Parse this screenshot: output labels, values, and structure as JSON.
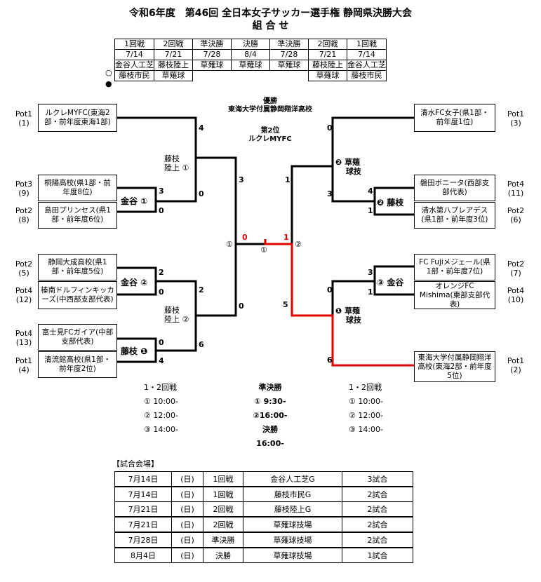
{
  "title_line1": "令和6年度　第46回 全日本女子サッカー選手権 静岡県決勝大会",
  "title_line2": "組 合 せ",
  "schedule": {
    "rounds": [
      "1回戦",
      "2回戦",
      "準決勝",
      "決勝",
      "準決勝",
      "2回戦",
      "1回戦"
    ],
    "dates": [
      "7/14",
      "7/21",
      "7/28",
      "8/4",
      "7/28",
      "7/21",
      "7/14"
    ],
    "row_white": {
      "marker": "○",
      "cells": [
        "金谷人工芝",
        "藤枝陸上",
        "草薙球",
        "草薙球",
        "草薙球",
        "藤枝陸上",
        "金谷人工芝"
      ]
    },
    "row_black": {
      "marker": "●",
      "cells": [
        "藤枝市民",
        "草薙球",
        "",
        "",
        "",
        "草薙球",
        "藤枝市民"
      ]
    }
  },
  "center": {
    "winner_label": "優勝",
    "winner_name": "東海大学付属静岡翔洋高校",
    "second_label": "第2位",
    "second_name": "ルクレMYFC"
  },
  "left_teams": [
    {
      "pot": "Pot1",
      "seed": "(1)",
      "name": "ルクレMYFC(東海2部・前年度東海1部)"
    },
    {
      "pot": "Pot3",
      "seed": "(9)",
      "name": "桐陽高校(県1部・前年度8位)"
    },
    {
      "pot": "Pot2",
      "seed": "(8)",
      "name": "島田プリンセス(県1部・前年度6位)"
    },
    {
      "pot": "Pot2",
      "seed": "(5)",
      "name": "静岡大成高校(県1部・前年度5位)"
    },
    {
      "pot": "Pot4",
      "seed": "(12)",
      "name": "榛南ドルフィンキッカーズ(中西部支部代表)"
    },
    {
      "pot": "Pot4",
      "seed": "(13)",
      "name": "富士見FCガイア(中部支部代表)"
    },
    {
      "pot": "Pot1",
      "seed": "(4)",
      "name": "清流館高校(県1部・前年度2位)"
    }
  ],
  "right_teams": [
    {
      "pot": "Pot1",
      "seed": "(3)",
      "name": "清水FC女子(県1部・前年度1位)"
    },
    {
      "pot": "Pot4",
      "seed": "(11)",
      "name": "磐田ボニータ(西部支部代表)"
    },
    {
      "pot": "Pot2",
      "seed": "(6)",
      "name": "清水第八プレアデス(県1部・前年度3位)"
    },
    {
      "pot": "Pot2",
      "seed": "(7)",
      "name": "FC Fujiメジェール(県1部・前年度7位)"
    },
    {
      "pot": "Pot4",
      "seed": "(10)",
      "name": "オレンジFC　Mishima(東部支部代表)"
    },
    {
      "pot": "Pot1",
      "seed": "(2)",
      "name": "東海大学付属静岡翔洋高校(東海2部・前年度5位)"
    }
  ],
  "venue_labels": {
    "kanaya1": "金谷 ①",
    "kanaya2": "金谷 ②",
    "fujieda1": "藤枝 ❶",
    "kanaya3": "③ 金谷",
    "fujieda2": "❷ 藤枝",
    "fujieda_rikujo1": "藤枝\n陸上 ①",
    "fujieda_rikujo2": "藤枝\n陸上 ②",
    "kusanagi2": "❷ 草薙\n　 球技",
    "kusanagi1": "❶ 草薙\n　 球技",
    "sf_left": "①",
    "sf_right": "②",
    "final": "①"
  },
  "scores": {
    "l_r2a_top": "4",
    "l_r2a_bot": "0",
    "l_r1a_top": "3",
    "l_r1a_bot": "0",
    "l_sf_top": "3",
    "l_sf_bot": "0",
    "l_r1b_top": "2",
    "l_r1b_bot": "0",
    "l_r2b_top": "2",
    "l_r2b_bot": "6",
    "l_r1c_top": "0",
    "l_r1c_bot": "4",
    "final_left": "0",
    "final_right": "1",
    "r_sf_top": "1",
    "r_sf_bot": "5",
    "r_r2a_top": "0",
    "r_r2a_bot": "3",
    "r_r1a_top": "4",
    "r_r1a_bot": "1",
    "r_r1b_top": "3",
    "r_r1b_bot": "1",
    "r_r2b_top": "0",
    "r_r2b_bot": "6"
  },
  "times_left": {
    "header": "1・2回戦",
    "lines": [
      "① 10:00-",
      "② 12:00-",
      "③ 14:00-"
    ]
  },
  "times_center": {
    "header": "準決勝",
    "lines": [
      "① 9:30-",
      "②16:00-"
    ],
    "final_header": "決勝",
    "final_time": "16:00-"
  },
  "times_right": {
    "header": "1・2回戦",
    "lines": [
      "① 10:00-",
      "② 12:00-",
      "③ 14:00-"
    ]
  },
  "venue_heading": "【試合会場】",
  "venue_rows": [
    [
      "7月14日",
      "(日)",
      "1回戦",
      "金谷人工芝G",
      "3試合"
    ],
    [
      "7月14日",
      "(日)",
      "1回戦",
      "藤枝市民G",
      "2試合"
    ],
    [
      "7月21日",
      "(日)",
      "2回戦",
      "藤枝陸上G",
      "2試合"
    ],
    [
      "7月21日",
      "(日)",
      "2回戦",
      "草薙球技場",
      "2試合"
    ],
    [
      "7月28日",
      "(日)",
      "準決勝",
      "草薙球技場",
      "2試合"
    ],
    [
      "8月4日",
      "(日)",
      "決勝",
      "草薙球技場",
      "1試合"
    ]
  ],
  "colors": {
    "winner_path": "#e00000",
    "line": "#000000"
  }
}
